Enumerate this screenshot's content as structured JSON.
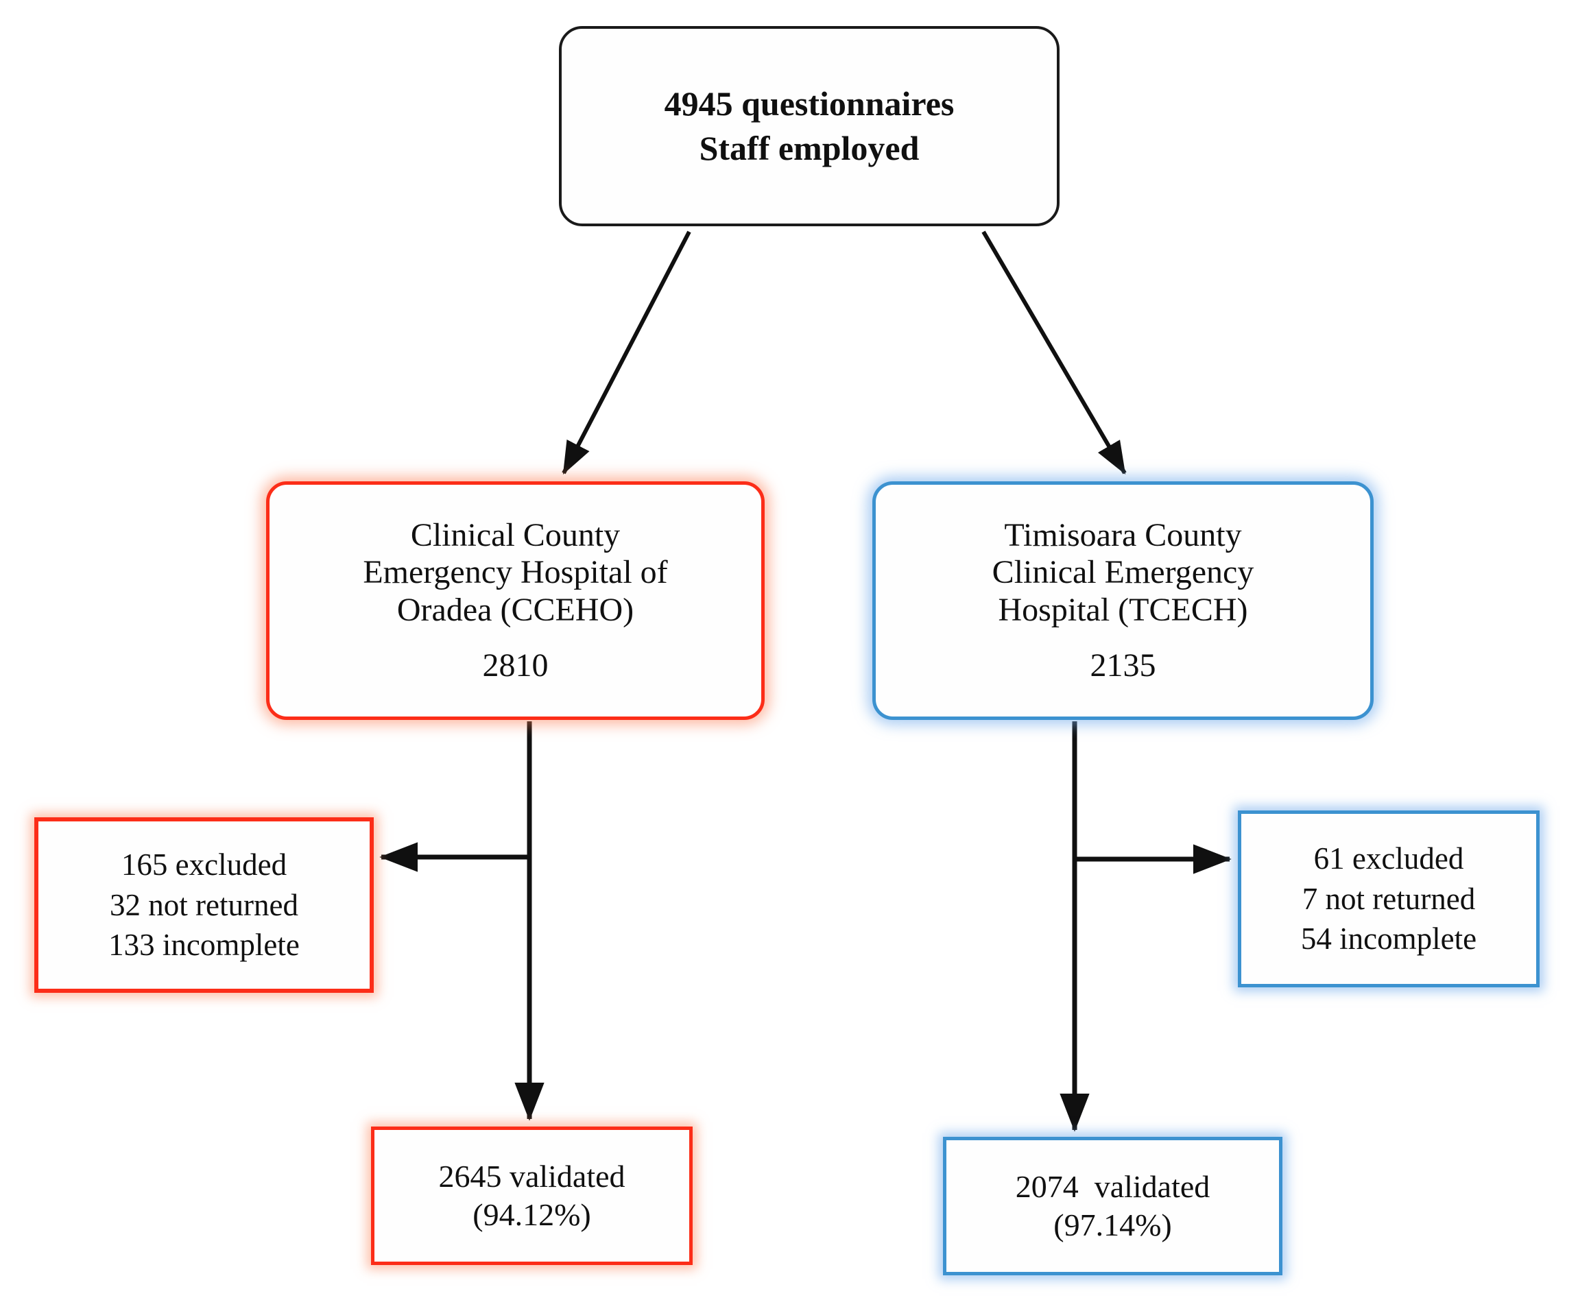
{
  "diagram": {
    "type": "flowchart",
    "title": "Study questionnaire flow",
    "colors": {
      "root_border": "#1a1a1a",
      "ccheo_red": "#fc2d18",
      "ccheo_glow": "#fc825a",
      "tcech_blue": "#3c92d0",
      "tcech_glow": "#78afeb",
      "connector": "#101010",
      "background": "#ffffff"
    }
  },
  "root": {
    "line1": "4945 questionnaires",
    "line2": "Staff employed"
  },
  "ccheo": {
    "line1": "Clinical County",
    "line2": "Emergency Hospital of",
    "line3": "Oradea (CCEHO)",
    "count": "2810",
    "excluded": {
      "line1": "165 excluded",
      "line2": "32 not returned",
      "line3": "133 incomplete"
    },
    "validated": {
      "line1": "2645 validated",
      "line2": "(94.12%)"
    }
  },
  "tcech": {
    "line1": "Timisoara County",
    "line2": "Clinical Emergency",
    "line3": "Hospital (TCECH)",
    "count": "2135",
    "excluded": {
      "line1": "61 excluded",
      "line2": "7 not returned",
      "line3": "54 incomplete"
    },
    "validated": {
      "line1": "2074  validated",
      "line2": "(97.14%)"
    }
  },
  "connectors": {
    "root_to_ccheo": "arrow-diagonal-down-left",
    "root_to_tcech": "arrow-diagonal-down-right",
    "ccheo_to_excluded": "arrow-left",
    "ccheo_to_validated": "arrow-down",
    "tcech_to_excluded": "arrow-right",
    "tcech_to_validated": "arrow-down"
  }
}
